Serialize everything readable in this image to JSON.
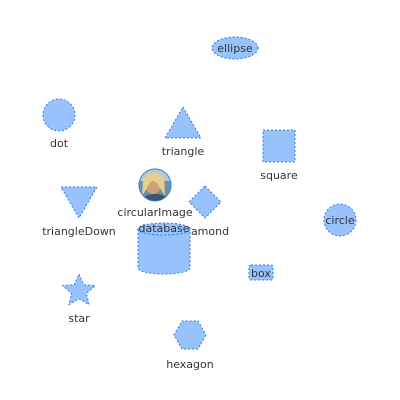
{
  "colors": {
    "fill": "#97c2fc",
    "border": "#2b7ce9",
    "label": "#343434",
    "background": "#ffffff"
  },
  "nodes": {
    "ellipse": {
      "label": "ellipse",
      "shape": "ellipse"
    },
    "dot": {
      "label": "dot",
      "shape": "dot"
    },
    "triangle": {
      "label": "triangle",
      "shape": "triangle"
    },
    "square": {
      "label": "square",
      "shape": "square"
    },
    "circularImage": {
      "label": "circularImage",
      "shape": "circularImage",
      "image": "portrait-photo"
    },
    "triangleDown": {
      "label": "triangleDown",
      "shape": "triangleDown"
    },
    "diamond": {
      "label": "diamond",
      "shape": "diamond"
    },
    "circle": {
      "label": "circle",
      "shape": "circle"
    },
    "database": {
      "label": "database",
      "shape": "database"
    },
    "box": {
      "label": "box",
      "shape": "box"
    },
    "star": {
      "label": "star",
      "shape": "star"
    },
    "hexagon": {
      "label": "hexagon",
      "shape": "hexagon"
    }
  }
}
